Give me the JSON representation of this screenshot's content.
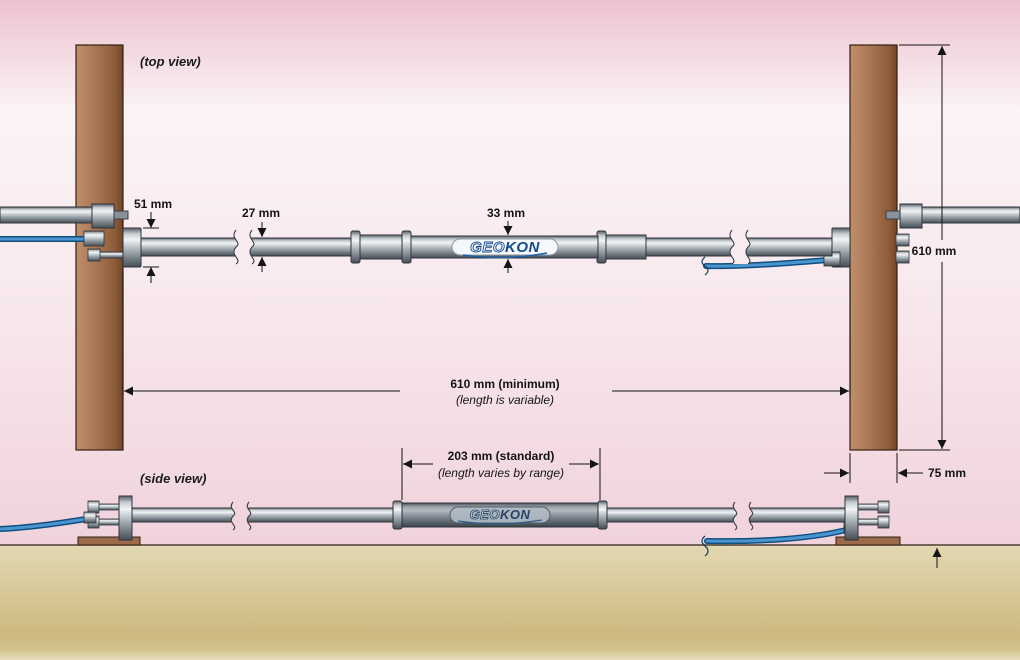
{
  "view_labels": {
    "top": "(top view)",
    "side": "(side view)"
  },
  "logo": {
    "part1": "GEO",
    "part2": "KON"
  },
  "dimensions": {
    "anchor_height": "51 mm",
    "rod_diameter": "27 mm",
    "body_diameter": "33 mm",
    "pier_height": "610 mm",
    "span": "610 mm (minimum)",
    "span_note": "(length is variable)",
    "gauge_length": "203 mm (standard)",
    "gauge_note": "(length varies by range)",
    "pier_width": "75 mm"
  },
  "colors": {
    "background_pink": "#f0d2dc",
    "ground_tan": "#d6c593",
    "pier_brown": "#a5714f",
    "cable_blue": "#3e8cc7",
    "logo_blue": "#17498c",
    "metal_gray": "#b9c1c7",
    "dimension_text": "#141414"
  }
}
